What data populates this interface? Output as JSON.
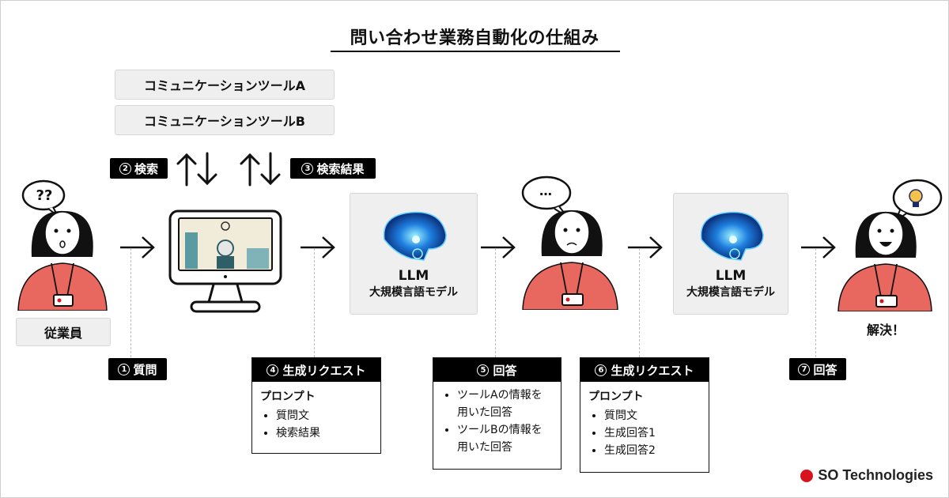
{
  "title": "問い合わせ業務自動化の仕組み",
  "tools": [
    "コミュニケーションツールA",
    "コミュニケーションツールB"
  ],
  "steps": {
    "s1": {
      "num": "1",
      "label": "質問"
    },
    "s2": {
      "num": "2",
      "label": "検索"
    },
    "s3": {
      "num": "3",
      "label": "検索結果"
    },
    "s4": {
      "num": "4",
      "label": "生成リクエスト",
      "heading": "プロンプト",
      "items": [
        "質問文",
        "検索結果"
      ]
    },
    "s5": {
      "num": "5",
      "label": "回答",
      "items": [
        "ツールAの情報を用いた回答",
        "ツールBの情報を用いた回答"
      ]
    },
    "s6": {
      "num": "6",
      "label": "生成リクエスト",
      "heading": "プロンプト",
      "items": [
        "質問文",
        "生成回答1",
        "生成回答2"
      ]
    },
    "s7": {
      "num": "7",
      "label": "回答"
    }
  },
  "actors": {
    "employee": {
      "label": "従業員",
      "bubble": "??"
    },
    "waiting": {
      "bubble": "…"
    },
    "solved": {
      "label": "解決！"
    }
  },
  "llm": {
    "name": "LLM",
    "subtitle": "大規模言語モデル"
  },
  "logo": {
    "text": "SO Technologies"
  },
  "colors": {
    "shirt": "#e8675f",
    "accent": "#d7141d",
    "box": "#efefef"
  }
}
